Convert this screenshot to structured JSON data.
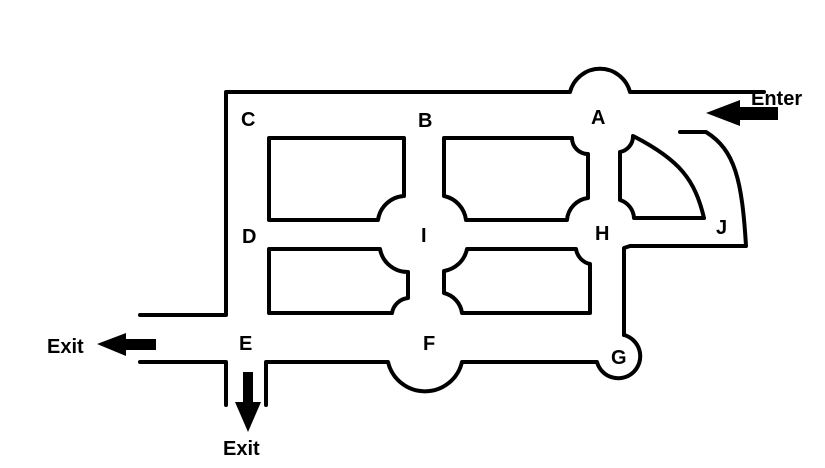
{
  "diagram": {
    "nodes": [
      {
        "id": "A",
        "label": "A"
      },
      {
        "id": "B",
        "label": "B"
      },
      {
        "id": "C",
        "label": "C"
      },
      {
        "id": "D",
        "label": "D"
      },
      {
        "id": "E",
        "label": "E"
      },
      {
        "id": "F",
        "label": "F"
      },
      {
        "id": "G",
        "label": "G"
      },
      {
        "id": "H",
        "label": "H"
      },
      {
        "id": "I",
        "label": "I"
      },
      {
        "id": "J",
        "label": "J"
      }
    ],
    "entrance": {
      "label": "Enter"
    },
    "exits": [
      {
        "label": "Exit",
        "direction": "left"
      },
      {
        "label": "Exit",
        "direction": "down"
      }
    ]
  }
}
